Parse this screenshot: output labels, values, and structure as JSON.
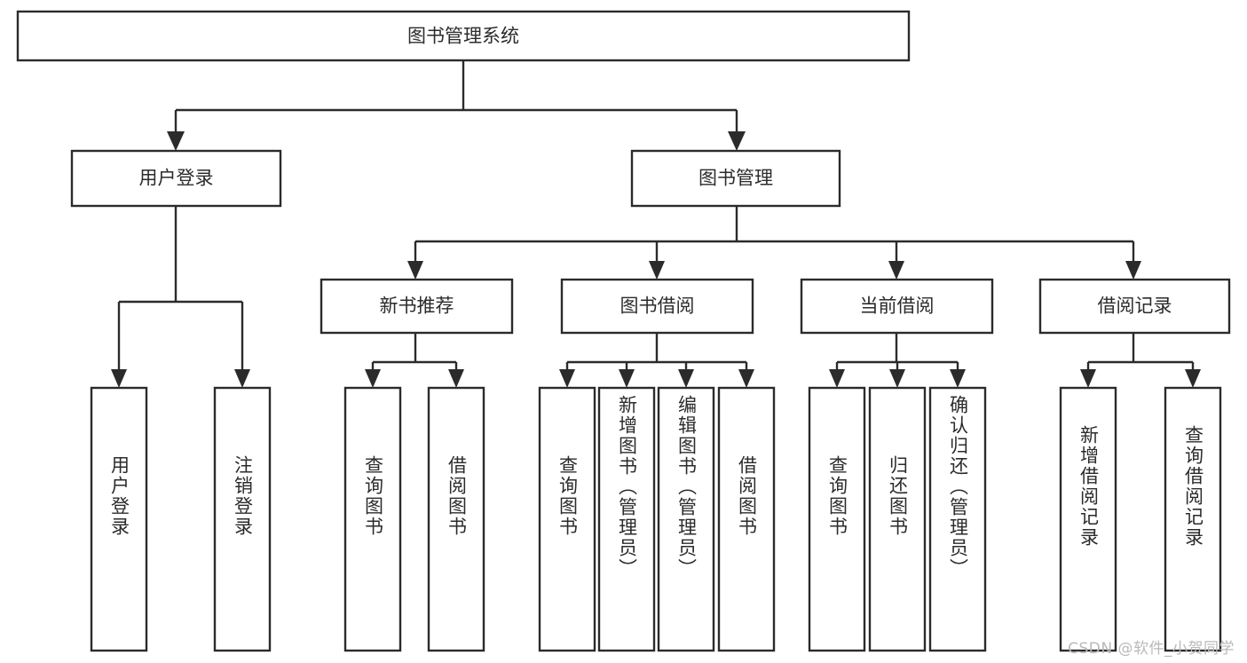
{
  "diagram": {
    "type": "tree",
    "orientation": "top-down",
    "title": "图书管理系统",
    "colors": {
      "stroke": "#2b2b2b",
      "fill": "#ffffff",
      "background": "#ffffff",
      "watermark": "#b9b9b9"
    },
    "root": {
      "id": "root",
      "label": "图书管理系统"
    },
    "level1": [
      {
        "id": "user-login",
        "label": "用户登录"
      },
      {
        "id": "book-manage",
        "label": "图书管理"
      }
    ],
    "level2": [
      {
        "id": "new-book-recommend",
        "label": "新书推荐",
        "parent": "book-manage"
      },
      {
        "id": "book-borrow",
        "label": "图书借阅",
        "parent": "book-manage"
      },
      {
        "id": "current-borrow",
        "label": "当前借阅",
        "parent": "book-manage"
      },
      {
        "id": "borrow-record",
        "label": "借阅记录",
        "parent": "book-manage"
      }
    ],
    "leaves": [
      {
        "id": "leaf-user-login",
        "label": "用户登录",
        "parent": "user-login"
      },
      {
        "id": "leaf-logout-login",
        "label": "注销登录",
        "parent": "user-login"
      },
      {
        "id": "leaf-query-book-1",
        "label": "查询图书",
        "parent": "new-book-recommend"
      },
      {
        "id": "leaf-borrow-book-1",
        "label": "借阅图书",
        "parent": "new-book-recommend"
      },
      {
        "id": "leaf-query-book-2",
        "label": "查询图书",
        "parent": "book-borrow"
      },
      {
        "id": "leaf-add-book",
        "label": "新增图书（管理员）",
        "parent": "book-borrow"
      },
      {
        "id": "leaf-edit-book",
        "label": "编辑图书（管理员）",
        "parent": "book-borrow"
      },
      {
        "id": "leaf-borrow-book-2",
        "label": "借阅图书",
        "parent": "book-borrow"
      },
      {
        "id": "leaf-query-book-3",
        "label": "查询图书",
        "parent": "current-borrow"
      },
      {
        "id": "leaf-return-book",
        "label": "归还图书",
        "parent": "current-borrow"
      },
      {
        "id": "leaf-confirm-return",
        "label": "确认归还（管理员）",
        "parent": "current-borrow"
      },
      {
        "id": "leaf-add-record",
        "label": "新增借阅记录",
        "parent": "borrow-record"
      },
      {
        "id": "leaf-query-record",
        "label": "查询借阅记录",
        "parent": "borrow-record"
      }
    ]
  },
  "watermark": {
    "text": "CSDN @软件_小贺同学"
  }
}
